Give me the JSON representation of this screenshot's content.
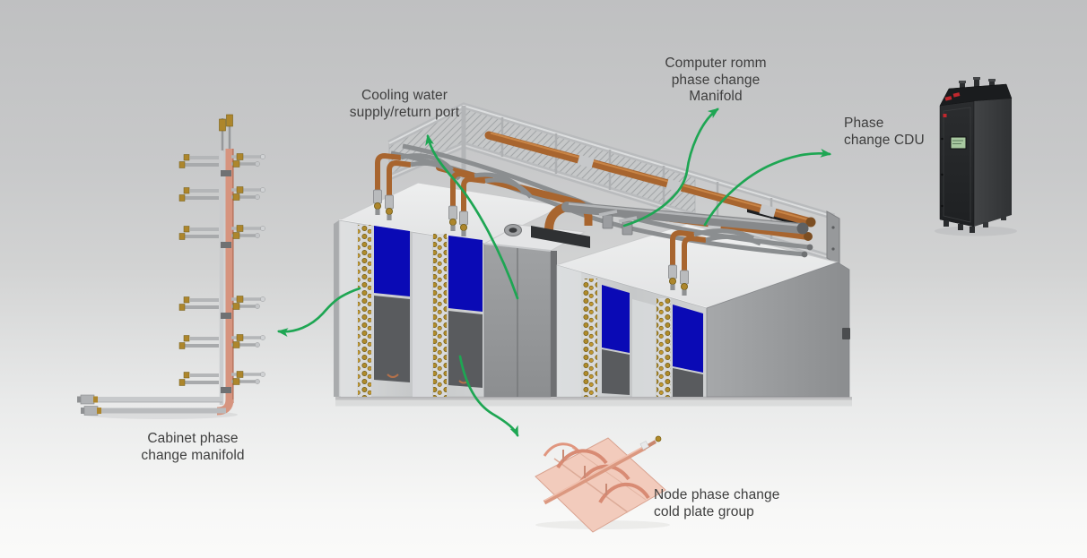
{
  "labels": {
    "cooling_port": {
      "lines": [
        "Cooling water",
        "supply/return port"
      ]
    },
    "room_manifold": {
      "lines": [
        "Computer romm",
        "phase change",
        "Manifold"
      ]
    },
    "cdu": {
      "lines": [
        "Phase",
        "change CDU"
      ]
    },
    "cabinet_manifold": {
      "lines": [
        "Cabinet phase",
        "change manifold"
      ]
    },
    "cold_plate": {
      "lines": [
        "Node phase change",
        "cold plate group"
      ]
    }
  },
  "colors": {
    "annotation_arrow": "#1ea653",
    "label_text": "#3e3e3e",
    "background_top": "#bfc0c1",
    "background_bottom": "#f8f8f7",
    "copper_pipe": "#a8652f",
    "steel_pipe": "#898c8e",
    "cabinet_panel_blue": "#0a0ab5",
    "brass_connector": "#ad862c",
    "cabinet_manifold_copper": "#d6947f",
    "cold_plate_copper": "#db9880",
    "cdu_body": "#232527",
    "cdu_screen": "#a8c8a0",
    "cdu_logo_red": "#c0272d"
  }
}
